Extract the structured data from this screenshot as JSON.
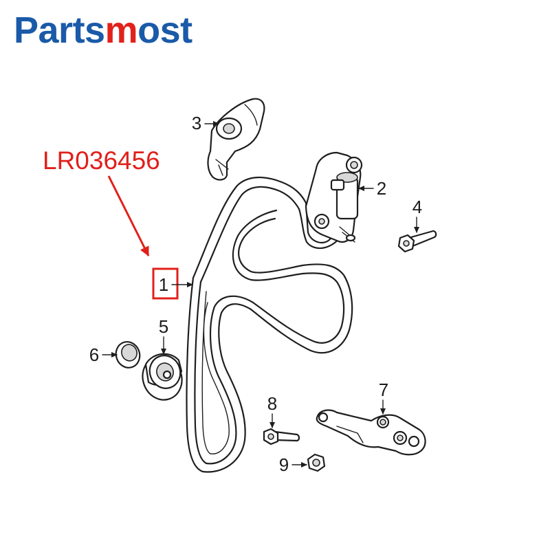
{
  "brand": {
    "part1": "Parts",
    "part2": "m",
    "part3": "ost"
  },
  "part_number": "LR036456",
  "callouts": [
    "1",
    "2",
    "3",
    "4",
    "5",
    "6",
    "7",
    "8",
    "9"
  ],
  "colors": {
    "brand_blue": "#1a5aa8",
    "brand_red": "#e2211c",
    "highlight": "#e0201a"
  }
}
